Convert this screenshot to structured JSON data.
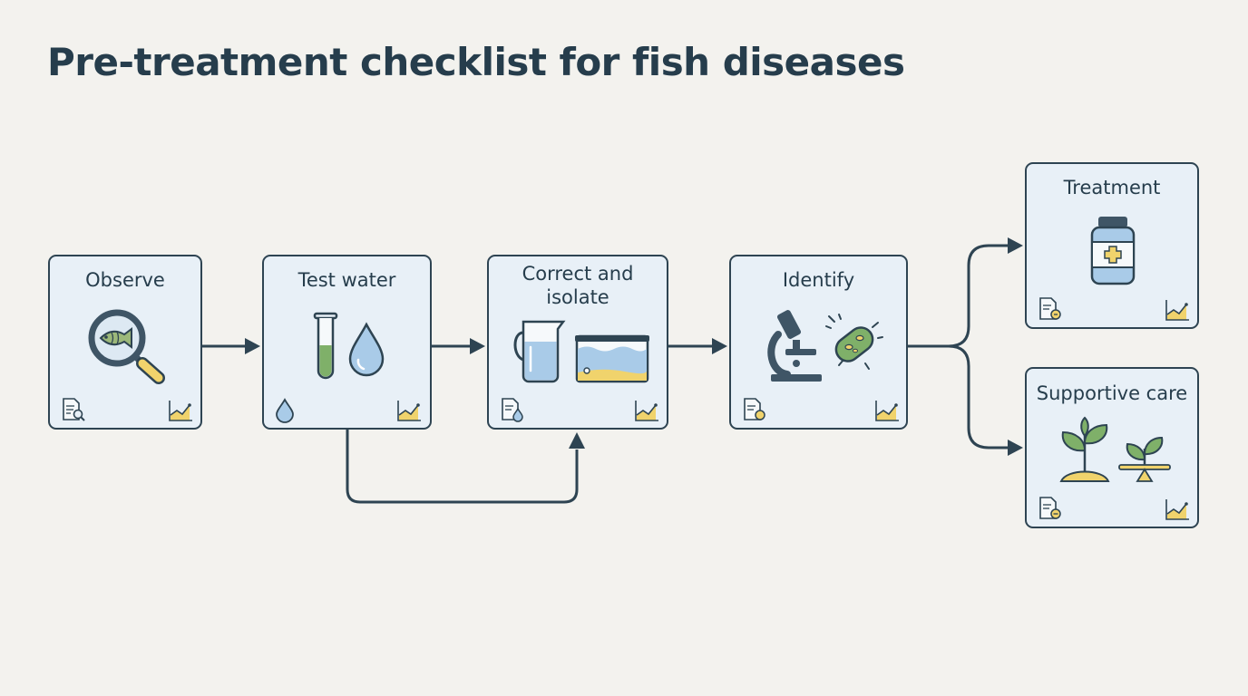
{
  "title": "Pre-treatment checklist for fish diseases",
  "steps": {
    "observe": "Observe",
    "test_water": "Test water",
    "correct_isolate": "Correct and isolate",
    "identify": "Identify",
    "treatment": "Treatment",
    "supportive_care": "Supportive care"
  },
  "colors": {
    "background": "#f3f2ee",
    "box_fill": "#e8f0f7",
    "stroke": "#2e4452",
    "accent_yellow": "#f0d36c",
    "accent_green": "#7fb069",
    "water_blue": "#a9cbe8"
  },
  "icons": {
    "observe": "magnifier-fish-icon",
    "test_water": "test-tube-and-droplet-icon",
    "correct_isolate": "pitcher-and-quarantine-tank-icon",
    "identify": "microscope-and-bacterium-icon",
    "treatment": "medicine-bottle-icon",
    "supportive_care": "plant-sprout-icon",
    "footer_left": "document-icon",
    "footer_right": "trend-chart-icon"
  }
}
